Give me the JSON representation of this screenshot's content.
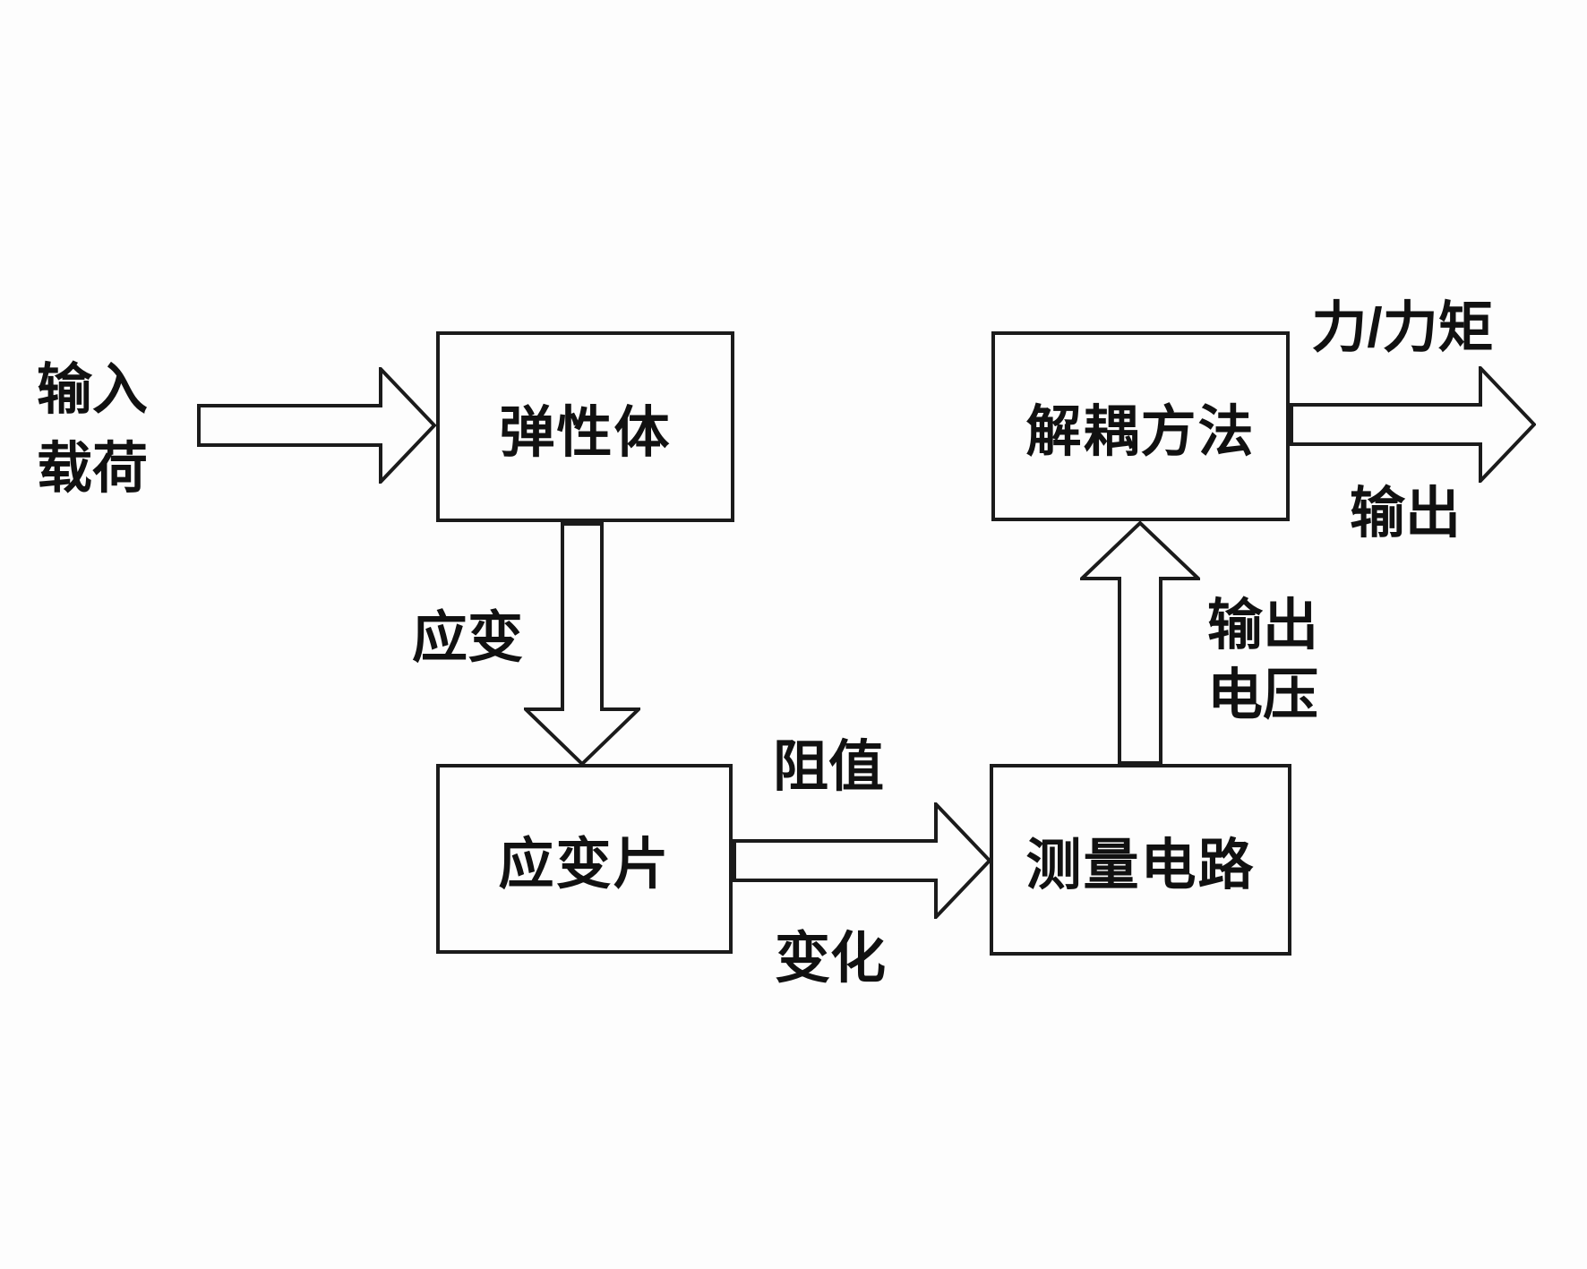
{
  "diagram": {
    "type": "flowchart",
    "colors": {
      "background": "#fdfdfd",
      "line": "#1b1b1b",
      "text": "#111111"
    },
    "nodes": [
      {
        "id": "elastic-body",
        "label": "弹性体"
      },
      {
        "id": "strain-gauge",
        "label": "应变片"
      },
      {
        "id": "measurement-circuit",
        "label": "测量电路"
      },
      {
        "id": "decoupling-method",
        "label": "解耦方法"
      }
    ],
    "edge_labels": {
      "input_load": [
        "输入",
        "载荷"
      ],
      "strain": "应变",
      "resistance_change": [
        "阻值",
        "变化"
      ],
      "output_voltage": [
        "输出",
        "电压"
      ],
      "force_torque": "力/力矩",
      "output": "输出"
    },
    "edges": [
      {
        "from": "input-load",
        "to": "elastic-body",
        "label": "输入载荷",
        "direction": "right"
      },
      {
        "from": "elastic-body",
        "to": "strain-gauge",
        "label": "应变",
        "direction": "down"
      },
      {
        "from": "strain-gauge",
        "to": "measurement-circuit",
        "label": "阻值变化",
        "direction": "right"
      },
      {
        "from": "measurement-circuit",
        "to": "decoupling-method",
        "label": "输出电压",
        "direction": "up"
      },
      {
        "from": "decoupling-method",
        "to": "external-output",
        "label": "力/力矩输出",
        "direction": "right"
      }
    ]
  }
}
